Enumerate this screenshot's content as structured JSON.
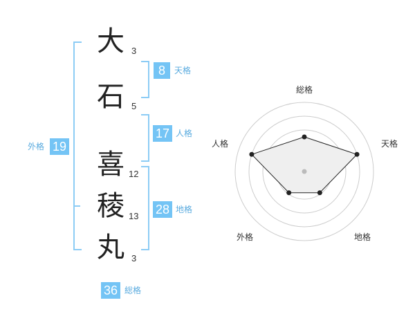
{
  "name": {
    "chars": [
      {
        "char": "大",
        "strokes": "3"
      },
      {
        "char": "石",
        "strokes": "5"
      },
      {
        "char": "喜",
        "strokes": "12"
      },
      {
        "char": "稜",
        "strokes": "13"
      },
      {
        "char": "丸",
        "strokes": "3"
      }
    ]
  },
  "grades": {
    "tenkaku": {
      "value": "8",
      "label": "天格"
    },
    "jinkaku": {
      "value": "17",
      "label": "人格"
    },
    "chikaku": {
      "value": "28",
      "label": "地格"
    },
    "gaikaku": {
      "value": "19",
      "label": "外格"
    },
    "soukaku": {
      "value": "36",
      "label": "総格"
    }
  },
  "radar": {
    "axes": [
      "総格",
      "天格",
      "地格",
      "外格",
      "人格"
    ],
    "values": [
      0.5,
      1.0,
      0.3,
      0.3,
      1.0
    ],
    "colors": {
      "fill": "#efefef",
      "stroke": "#222222",
      "rings": "#cccccc",
      "center": "#bbbbbb"
    }
  }
}
